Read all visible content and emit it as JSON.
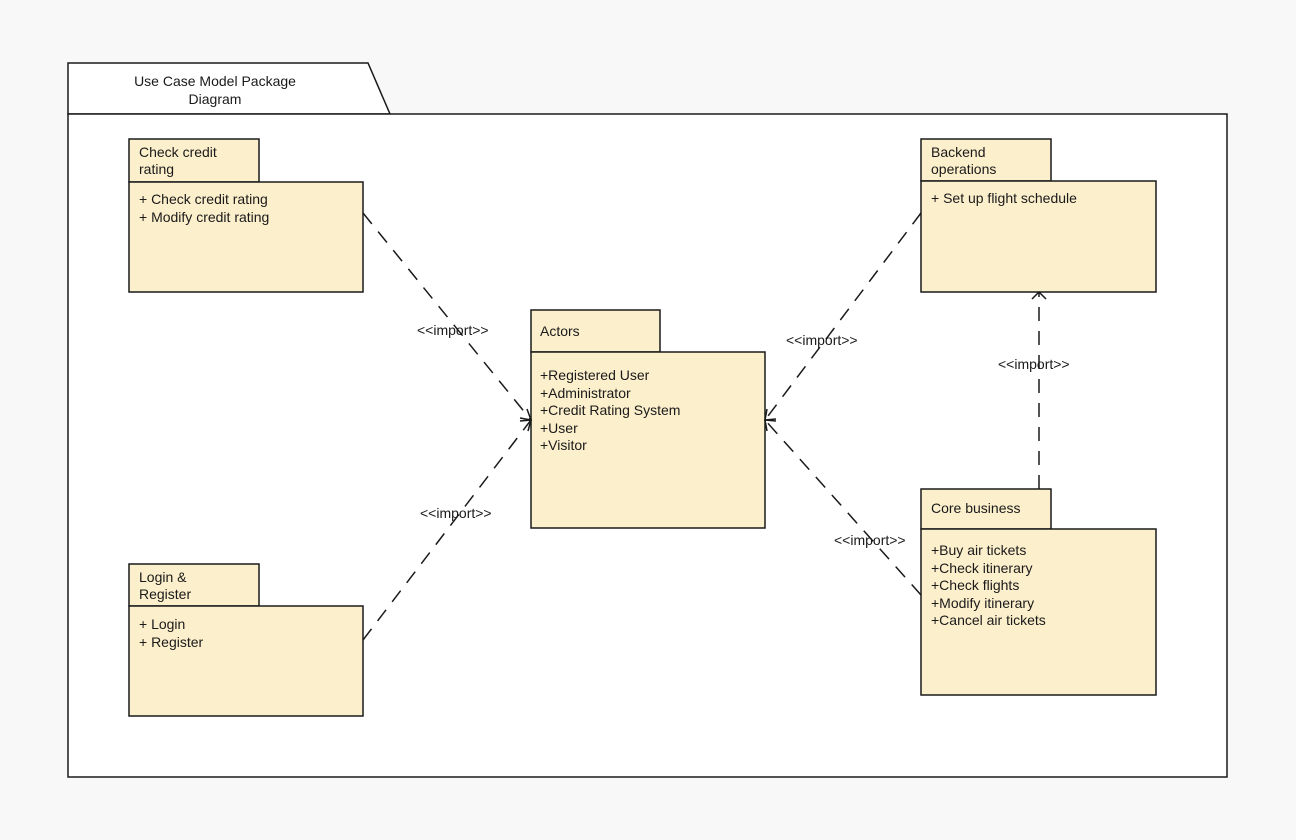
{
  "frame": {
    "title": "Use Case Model Package Diagram"
  },
  "packages": {
    "check_credit": {
      "name": "Check credit rating",
      "members": [
        "+ Check credit rating",
        "+ Modify credit rating"
      ]
    },
    "login": {
      "name": "Login & Register",
      "members": [
        "+ Login",
        "+ Register"
      ]
    },
    "actors": {
      "name": "Actors",
      "members": [
        "+Registered User",
        "+Administrator",
        "+Credit Rating System",
        "+User",
        "+Visitor"
      ]
    },
    "backend": {
      "name": "Backend operations",
      "members": [
        "+ Set up flight schedule"
      ]
    },
    "core": {
      "name": "Core business",
      "members": [
        "+Buy air tickets",
        "+Check itinerary",
        "+Check flights",
        "+Modify itinerary",
        "+Cancel air tickets"
      ]
    }
  },
  "dependencies": {
    "credit_to_actors": "<<import>>",
    "login_to_actors": "<<import>>",
    "backend_to_actors": "<<import>>",
    "core_to_actors": "<<import>>",
    "core_to_backend": "<<import>>"
  },
  "colors": {
    "package_fill": "#fcefcc",
    "line": "#1a1a1a",
    "frame_fill": "#ffffff",
    "background": "#f8f8f8"
  }
}
